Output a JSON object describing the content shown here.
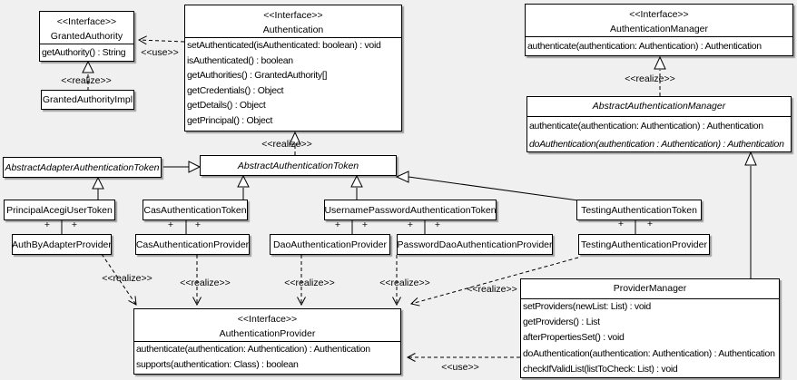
{
  "diagram": {
    "colors": {
      "background": "#f0f0f0",
      "box_fill": "#ffffff",
      "border": "#000000",
      "shadow": "#999999"
    },
    "labels": {
      "realize": "<<realize>>",
      "use": "<<use>>",
      "plus": "+"
    },
    "classes": {
      "granted_authority": {
        "stereotype": "<<Interface>>",
        "name": "GrantedAuthority",
        "methods": [
          "getAuthority() : String"
        ]
      },
      "granted_authority_impl": {
        "name": "GrantedAuthorityImpl"
      },
      "authentication": {
        "stereotype": "<<Interface>>",
        "name": "Authentication",
        "methods": [
          "setAuthenticated(isAuthenticated: boolean) : void",
          "isAuthenticated() : boolean",
          "getAuthorities() : GrantedAuthority[]",
          "getCredentials() : Object",
          "getDetails() : Object",
          "getPrincipal() : Object"
        ]
      },
      "authentication_manager": {
        "stereotype": "<<Interface>>",
        "name": "AuthenticationManager",
        "methods": [
          "authenticate(authentication: Authentication) : Authentication"
        ]
      },
      "abstract_authentication_manager": {
        "name": "AbstractAuthenticationManager",
        "abstract": true,
        "methods": [
          "authenticate(authentication: Authentication) : Authentication",
          "doAuthentication(authentication : Authentication) : Authentication"
        ]
      },
      "abstract_adapter_authentication_token": {
        "name": "AbstractAdapterAuthenticationToken",
        "abstract": true
      },
      "abstract_authentication_token": {
        "name": "AbstractAuthenticationToken",
        "abstract": true
      },
      "principal_acegi_user_token": {
        "name": "PrincipalAcegiUserToken"
      },
      "cas_authentication_token": {
        "name": "CasAuthenticationToken"
      },
      "username_password_authentication_token": {
        "name": "UsernamePasswordAuthenticationToken"
      },
      "testing_authentication_token": {
        "name": "TestingAuthenticationToken"
      },
      "auth_by_adapter_provider": {
        "name": "AuthByAdapterProvider"
      },
      "cas_authentication_provider": {
        "name": "CasAuthenticationProvider"
      },
      "dao_authentication_provider": {
        "name": "DaoAuthenticationProvider"
      },
      "password_dao_authentication_provider": {
        "name": "PasswordDaoAuthenticationProvider"
      },
      "testing_authentication_provider": {
        "name": "TestingAuthenticationProvider"
      },
      "authentication_provider": {
        "stereotype": "<<Interface>>",
        "name": "AuthenticationProvider",
        "methods": [
          "authenticate(authentication: Authentication) : Authentication",
          "supports(authentication: Class) : boolean"
        ]
      },
      "provider_manager": {
        "name": "ProviderManager",
        "methods": [
          "setProviders(newList: List) : void",
          "getProviders() : List",
          "afterPropertiesSet() : void",
          "doAuthentication(authentication: Authentication) : Authentication",
          "checkIfValidList(listToCheck: List) : void"
        ]
      }
    },
    "relationships": [
      {
        "from": "Authentication",
        "to": "GrantedAuthority",
        "type": "dependency",
        "label": "<<use>>"
      },
      {
        "from": "GrantedAuthorityImpl",
        "to": "GrantedAuthority",
        "type": "realization",
        "label": "<<realize>>"
      },
      {
        "from": "AbstractAuthenticationToken",
        "to": "Authentication",
        "type": "realization",
        "label": "<<realize>>"
      },
      {
        "from": "AbstractAuthenticationManager",
        "to": "AuthenticationManager",
        "type": "realization",
        "label": "<<realize>>"
      },
      {
        "from": "AbstractAdapterAuthenticationToken",
        "to": "AbstractAuthenticationToken",
        "type": "generalization"
      },
      {
        "from": "PrincipalAcegiUserToken",
        "to": "AbstractAdapterAuthenticationToken",
        "type": "generalization"
      },
      {
        "from": "CasAuthenticationToken",
        "to": "AbstractAuthenticationToken",
        "type": "generalization"
      },
      {
        "from": "UsernamePasswordAuthenticationToken",
        "to": "AbstractAuthenticationToken",
        "type": "generalization"
      },
      {
        "from": "TestingAuthenticationToken",
        "to": "AbstractAuthenticationToken",
        "type": "generalization"
      },
      {
        "from": "PrincipalAcegiUserToken",
        "to": "AuthByAdapterProvider",
        "type": "association",
        "end_labels": [
          "+",
          "+"
        ]
      },
      {
        "from": "CasAuthenticationToken",
        "to": "CasAuthenticationProvider",
        "type": "association",
        "end_labels": [
          "+",
          "+"
        ]
      },
      {
        "from": "UsernamePasswordAuthenticationToken",
        "to": "DaoAuthenticationProvider",
        "type": "association",
        "end_labels": [
          "+",
          "+"
        ]
      },
      {
        "from": "UsernamePasswordAuthenticationToken",
        "to": "PasswordDaoAuthenticationProvider",
        "type": "association",
        "end_labels": [
          "+",
          "+"
        ]
      },
      {
        "from": "TestingAuthenticationToken",
        "to": "TestingAuthenticationProvider",
        "type": "association",
        "end_labels": [
          "+",
          "+"
        ]
      },
      {
        "from": "AuthByAdapterProvider",
        "to": "AuthenticationProvider",
        "type": "realization",
        "label": "<<realize>>"
      },
      {
        "from": "CasAuthenticationProvider",
        "to": "AuthenticationProvider",
        "type": "realization",
        "label": "<<realize>>"
      },
      {
        "from": "DaoAuthenticationProvider",
        "to": "AuthenticationProvider",
        "type": "realization",
        "label": "<<realize>>"
      },
      {
        "from": "PasswordDaoAuthenticationProvider",
        "to": "AuthenticationProvider",
        "type": "realization",
        "label": "<<realize>>"
      },
      {
        "from": "TestingAuthenticationProvider",
        "to": "AuthenticationProvider",
        "type": "realization",
        "label": "<<realize>>"
      },
      {
        "from": "ProviderManager",
        "to": "AbstractAuthenticationManager",
        "type": "generalization"
      },
      {
        "from": "ProviderManager",
        "to": "AuthenticationProvider",
        "type": "dependency",
        "label": "<<use>>"
      }
    ]
  }
}
